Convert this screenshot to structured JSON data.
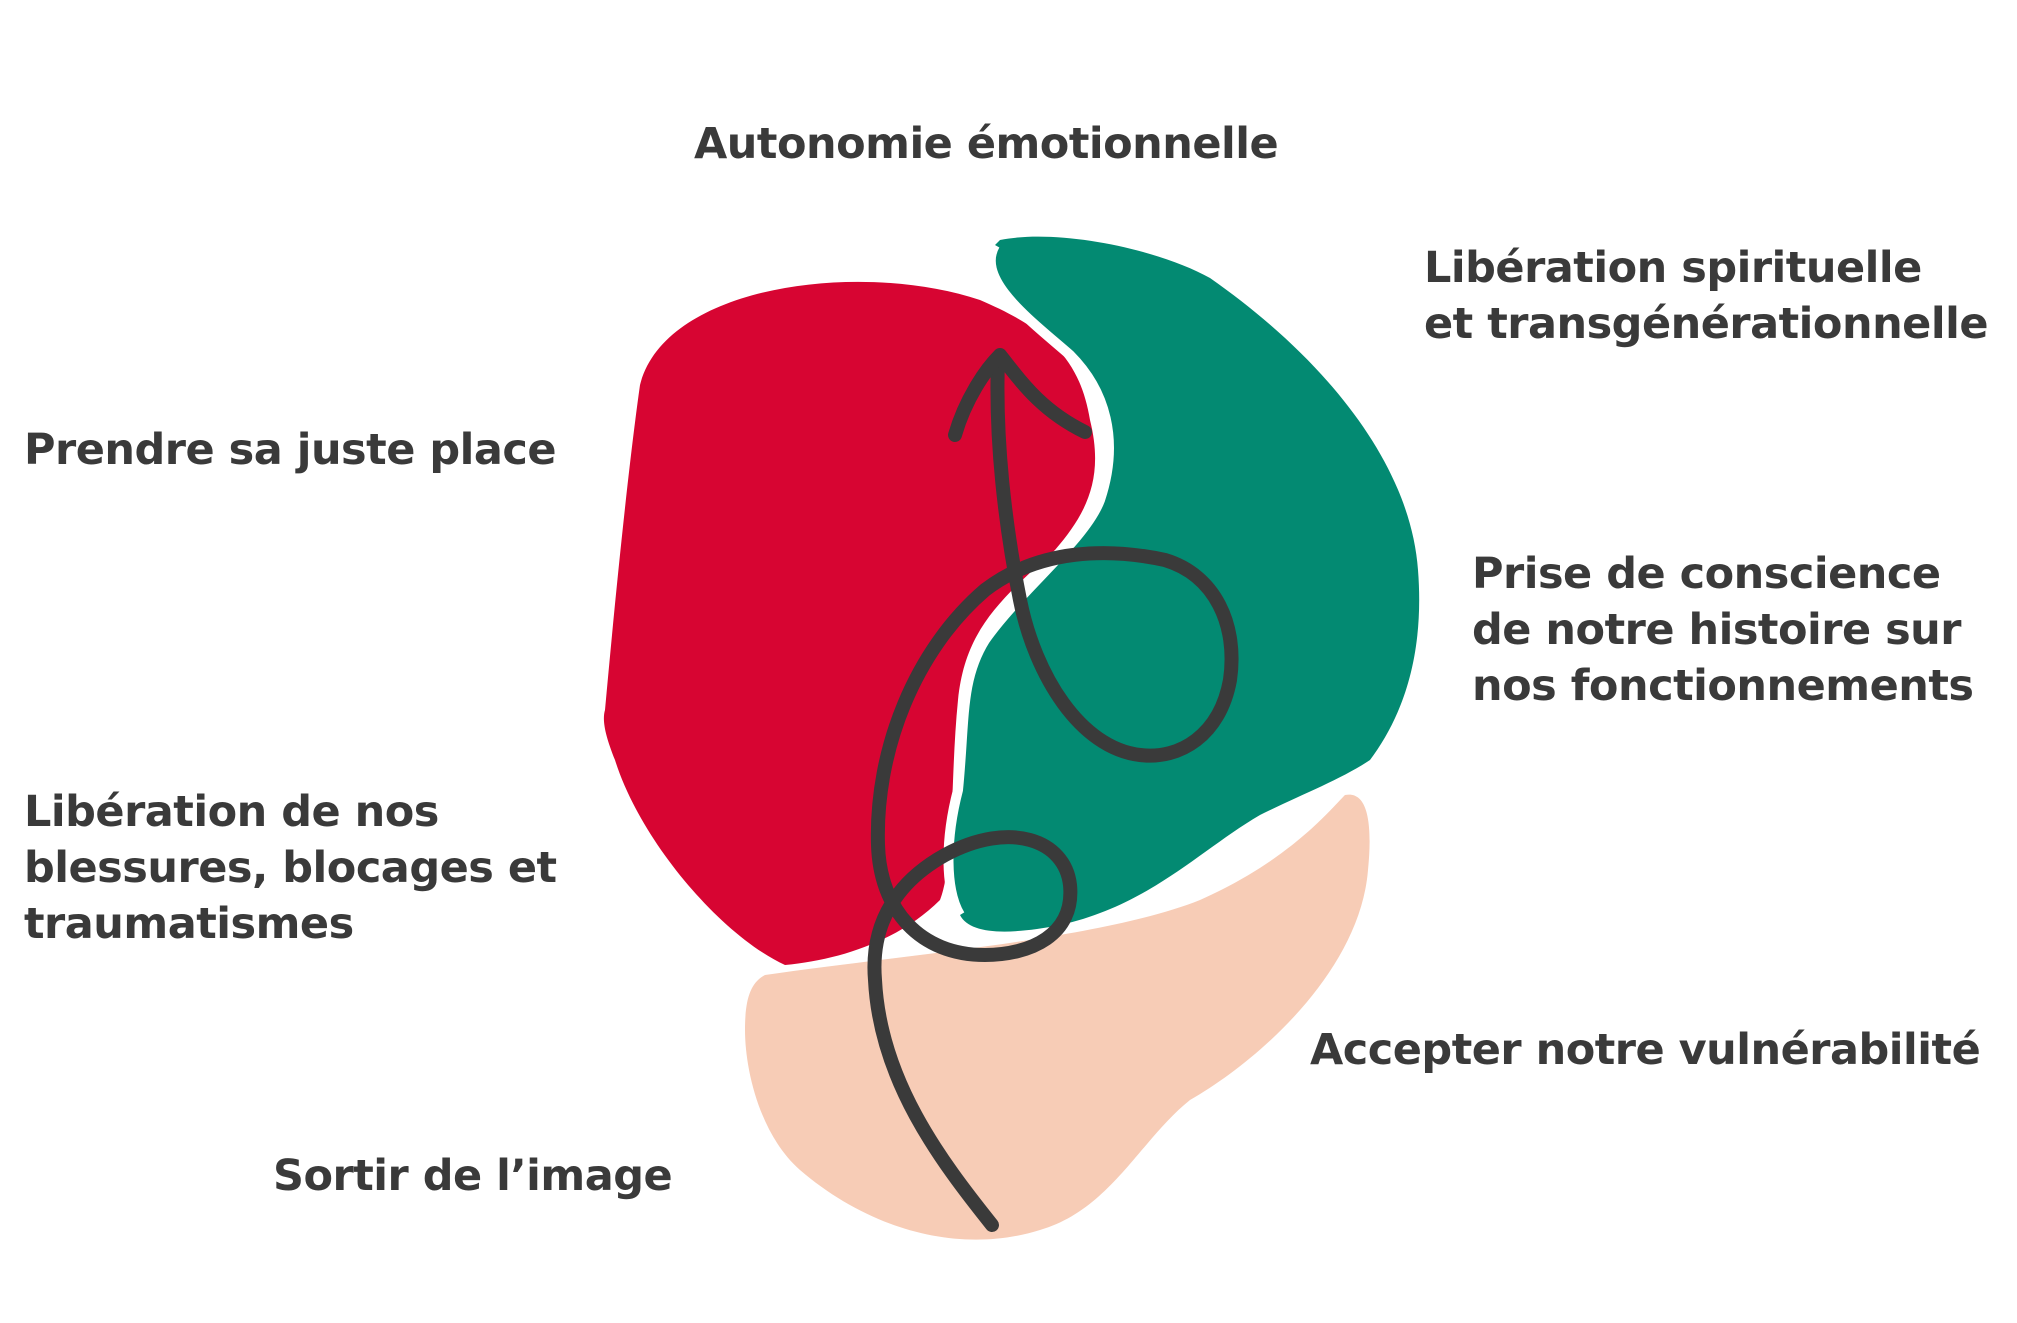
{
  "colors": {
    "red": "#d70532",
    "green": "#038a72",
    "peach": "#f7ccb6",
    "arrow": "#3a3a3a",
    "text": "#3a3a3a"
  },
  "labels": {
    "autonomie": "Autonomie émotionnelle",
    "liberation_spirituelle": [
      "Libération spirituelle",
      "et transgénérationnelle"
    ],
    "prendre_place": "Prendre sa juste place",
    "prise_conscience": [
      "Prise de conscience",
      "de notre histoire sur",
      "nos fonctionnements"
    ],
    "liberation_blessures": [
      "Libération de nos",
      "blessures, blocages et",
      "traumatismes"
    ],
    "accepter": "Accepter notre vulnérabilité",
    "sortir": "Sortir de l’image"
  }
}
